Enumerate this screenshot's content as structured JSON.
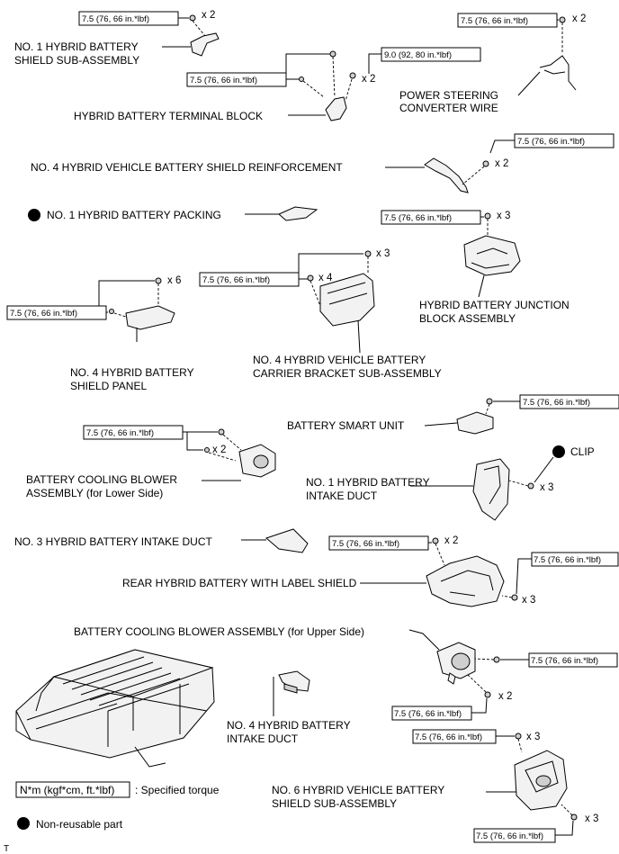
{
  "torque_values": {
    "t75": "7.5 (76, 66 in.*lbf)",
    "t90": "9.0 (92, 80 in.*lbf)"
  },
  "quantities": {
    "x2": "x 2",
    "x3": "x 3",
    "x4": "x 4",
    "x6": "x 6"
  },
  "parts": {
    "shield_sub": [
      "NO. 1 HYBRID BATTERY",
      "SHIELD SUB-ASSEMBLY"
    ],
    "terminal_block": "HYBRID BATTERY TERMINAL BLOCK",
    "ps_wire": [
      "POWER STEERING",
      "CONVERTER WIRE"
    ],
    "reinforcement": "NO. 4 HYBRID VEHICLE BATTERY SHIELD REINFORCEMENT",
    "packing": "NO. 1 HYBRID BATTERY PACKING",
    "junction_block": [
      "HYBRID BATTERY JUNCTION",
      "BLOCK ASSEMBLY"
    ],
    "shield_panel": [
      "NO. 4 HYBRID BATTERY",
      "SHIELD PANEL"
    ],
    "carrier_bracket": [
      "NO. 4 HYBRID VEHICLE BATTERY",
      "CARRIER BRACKET SUB-ASSEMBLY"
    ],
    "smart_unit": "BATTERY SMART UNIT",
    "clip": "CLIP",
    "blower_lower": [
      "BATTERY COOLING BLOWER",
      "ASSEMBLY (for Lower Side)"
    ],
    "intake_duct_1": [
      "NO. 1 HYBRID BATTERY",
      "INTAKE DUCT"
    ],
    "intake_duct_3": "NO. 3 HYBRID BATTERY INTAKE DUCT",
    "rear_shield": "REAR HYBRID BATTERY WITH LABEL SHIELD",
    "blower_upper": "BATTERY COOLING BLOWER ASSEMBLY (for Upper Side)",
    "intake_duct_4": [
      "NO. 4 HYBRID BATTERY",
      "INTAKE DUCT"
    ],
    "shield_6": [
      "NO. 6 HYBRID VEHICLE BATTERY",
      "SHIELD SUB-ASSEMBLY"
    ]
  },
  "legend": {
    "unit_box": "N*m (kgf*cm, ft.*lbf)",
    "specified": ": Specified torque",
    "nonreusable": "Non-reusable part"
  },
  "corner_mark": "T"
}
